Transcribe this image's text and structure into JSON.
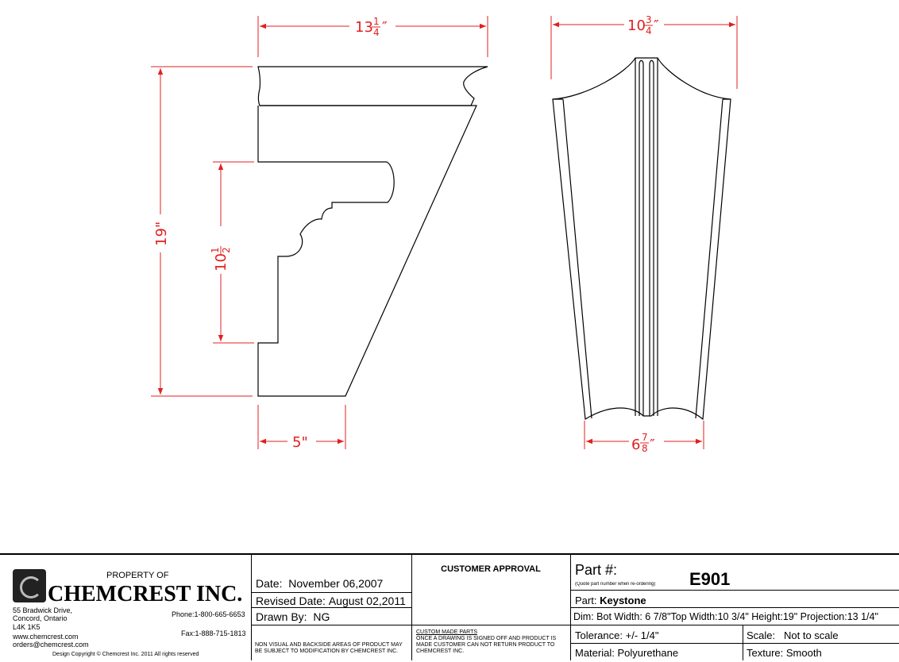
{
  "dimensions": {
    "side_top_width": "13 1/4\"",
    "side_height": "19\"",
    "side_inner_height": "10 1/2\"",
    "side_bottom_width": "5\"",
    "front_top_width": "10 3/4\"",
    "front_bottom_width": "6 7/8\""
  },
  "dimension_parts": {
    "side_top_width": {
      "whole": "13",
      "num": "1",
      "den": "4"
    },
    "side_height": {
      "whole": "19\"",
      "num": "",
      "den": ""
    },
    "side_inner_height": {
      "whole": "10",
      "num": "1",
      "den": "2"
    },
    "side_bottom_width": {
      "whole": "5\"",
      "num": "",
      "den": ""
    },
    "front_top_width": {
      "whole": "10",
      "num": "3",
      "den": "4"
    },
    "front_bottom_width": {
      "whole": "6",
      "num": "7",
      "den": "8"
    }
  },
  "colors": {
    "dimension": "#e02020",
    "outline": "#000000"
  },
  "title_block": {
    "company": {
      "property_of": "PROPERTY OF",
      "name": "CHEMCREST INC.",
      "address_line1": "55 Bradwick Drive,",
      "address_line2": "Concord, Ontario",
      "address_line3": "L4K 1K5",
      "website": "www.chemcrest.com",
      "email": "orders@chemcrest.com",
      "phone": "Phone:1-800-665-6653",
      "fax": "Fax:1-888-715-1813",
      "copyright": "Design Copyright © Chemcrest Inc. 2011 All rights reserved",
      "logo_icon": "chemcrest-logo-icon"
    },
    "date": {
      "label": "Date:",
      "value": "November 06,2007"
    },
    "revised": {
      "label": "Revised Date:",
      "value": "August 02,2011"
    },
    "drawn_by": {
      "label": "Drawn By:",
      "value": "NG"
    },
    "non_visual_note": "NON VISUAL AND BACKSIDE AREAS OF PRODUCT MAY BE SUBJECT TO MODIFICATION BY CHEMCREST INC.",
    "customer_approval": "CUSTOMER APPROVAL",
    "custom_parts_heading": "CUSTOM MADE PARTS",
    "custom_parts_note": "ONCE A DRAWING IS SIGNED OFF AND PRODUCT IS MADE CUSTOMER CAN NOT RETURN PRODUCT TO CHEMCREST INC.",
    "part_number": {
      "label": "Part #:",
      "note": "(Quote part number when re-ordering)",
      "value": "E901"
    },
    "part": {
      "label": "Part:",
      "value": "Keystone"
    },
    "dim_line": "Dim: Bot Width: 6 7/8\"Top Width:10 3/4\" Height:19\" Projection:13 1/4\"",
    "tolerance": {
      "label": "Tolerance:",
      "value": "+/- 1/4\""
    },
    "scale": {
      "label": "Scale:",
      "value": "Not to scale"
    },
    "material": {
      "label": "Material:",
      "value": "Polyurethane"
    },
    "texture": {
      "label": "Texture:",
      "value": "Smooth"
    }
  }
}
